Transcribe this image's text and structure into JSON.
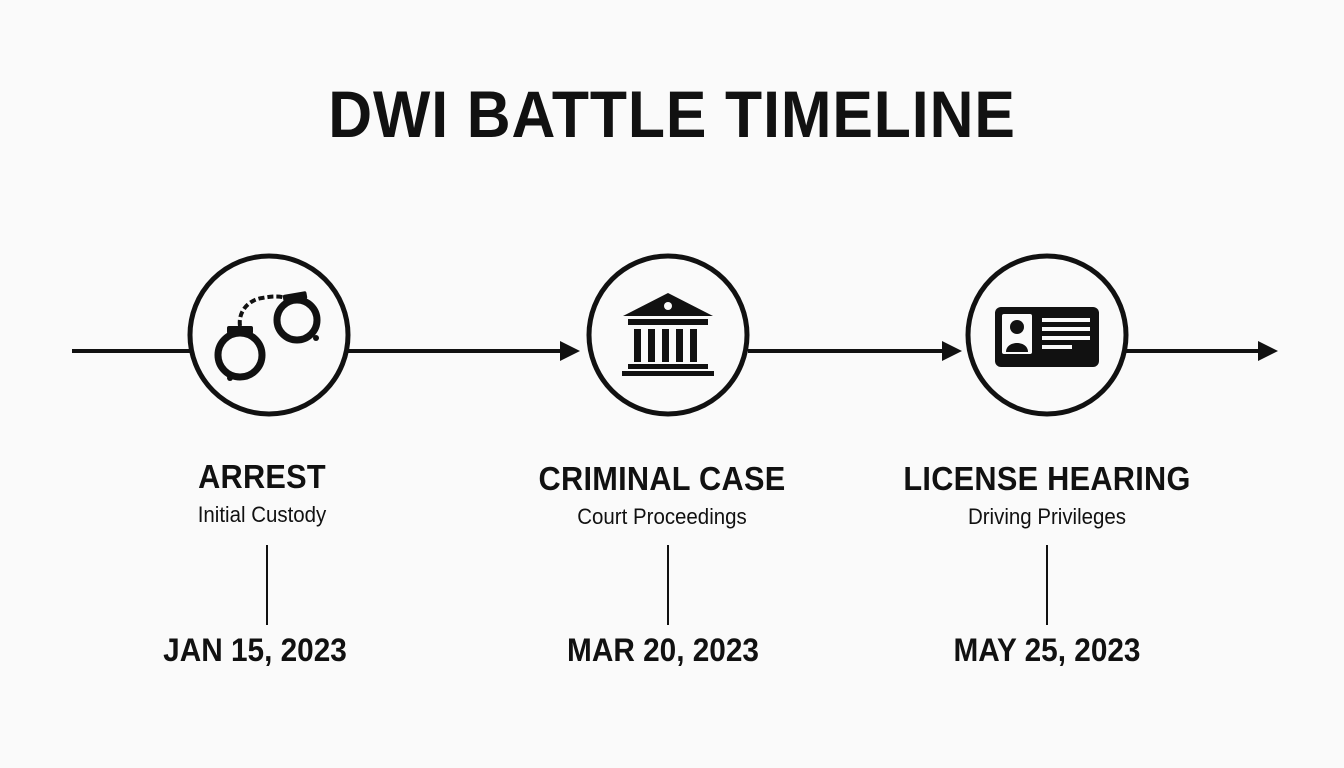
{
  "title": "DWI BATTLE TIMELINE",
  "colors": {
    "ink": "#111111",
    "background": "#fafafa"
  },
  "steps": [
    {
      "name": "ARREST",
      "subtitle": "Initial Custody",
      "date": "JAN 15, 2023",
      "icon": "handcuffs-icon"
    },
    {
      "name": "CRIMINAL CASE",
      "subtitle": "Court Proceedings",
      "date": "MAR 20, 2023",
      "icon": "courthouse-icon"
    },
    {
      "name": "LICENSE HEARING",
      "subtitle": "Driving Privileges",
      "date": "MAY 25, 2023",
      "icon": "id-card-icon"
    }
  ]
}
